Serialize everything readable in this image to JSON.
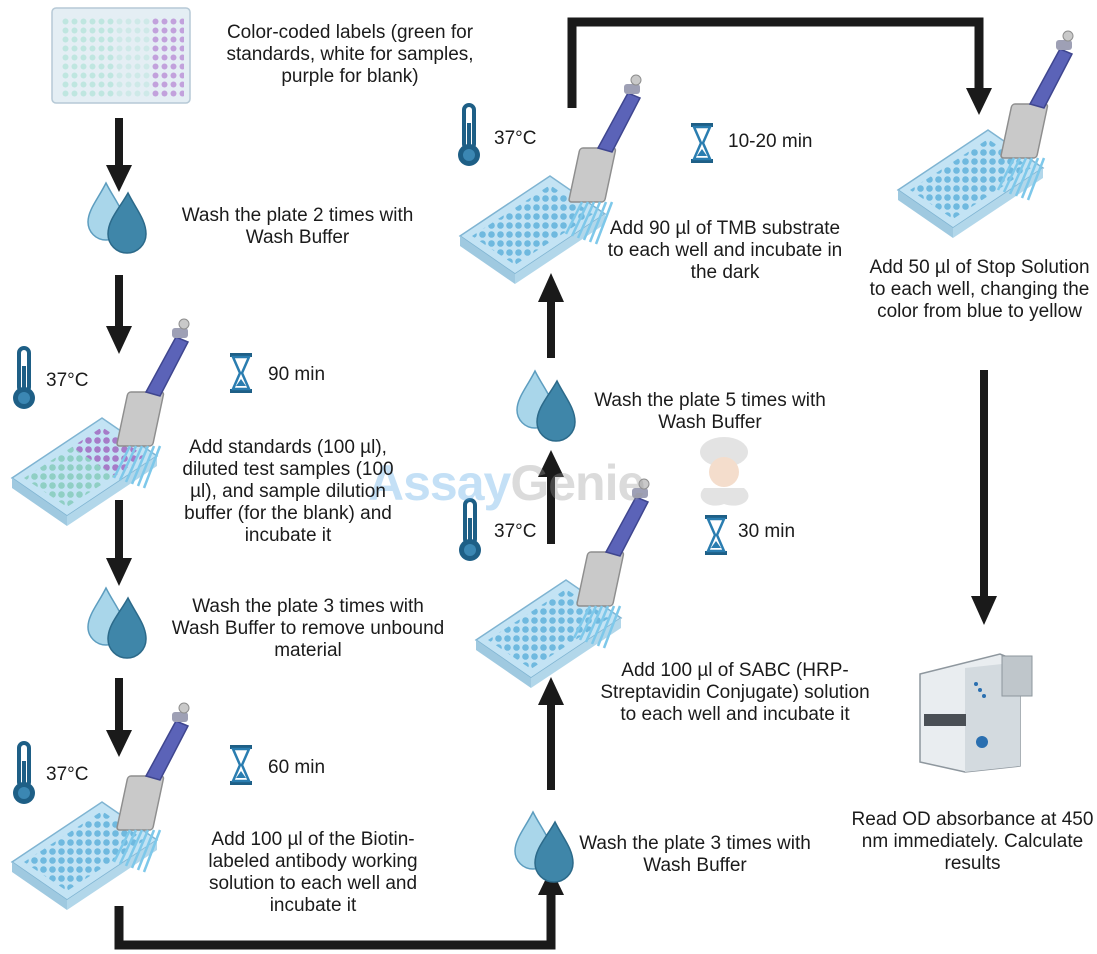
{
  "steps": {
    "labels": "Color-coded labels (green for standards, white for samples, purple for blank)",
    "wash1": "Wash the plate 2 times with Wash Buffer",
    "add_standards": "Add standards (100 µl), diluted test samples (100 µl), and sample dilution buffer (for the blank) and incubate it",
    "wash2": "Wash the plate 3 times with Wash Buffer to remove unbound material",
    "add_biotin": "Add 100 µl of the Biotin-labeled antibody working solution to each well and incubate it",
    "wash3": "Wash the plate 3 times with Wash Buffer",
    "add_sabc": "Add 100 µl of SABC (HRP-Streptavidin Conjugate) solution to each well and incubate it",
    "wash4": "Wash the plate 5 times with Wash Buffer",
    "add_tmb": "Add 90 µl of TMB substrate to each well and incubate in the dark",
    "add_stop": "Add 50 µl of Stop Solution to each well, changing the color from blue to yellow",
    "read": "Read OD absorbance at 450 nm immediately. Calculate results"
  },
  "temperatures": {
    "t1": "37°C",
    "t2": "37°C",
    "t3": "37°C",
    "t4": "37°C"
  },
  "times": {
    "standards": "90 min",
    "biotin": "60 min",
    "sabc": "30 min",
    "tmb": "10-20 min"
  },
  "watermark": {
    "part1": "Assay",
    "part2": "Genie"
  },
  "colors": {
    "arrow": "#1a1a1a",
    "drop_light": "#a9d6ea",
    "drop_dark": "#3f86a9",
    "thermo": "#1e5f86",
    "hourglass": "#2a7db0",
    "plate": "#c3e3f4",
    "well_blue": "#6fb9df",
    "pipette": "#5b63b8",
    "watermark_blue": "#5aa9e6",
    "watermark_grey": "#9a9a9a"
  },
  "icons": [
    "microplate-icon",
    "water-drops-icon",
    "thermometer-icon",
    "hourglass-icon",
    "multichannel-pipette-icon",
    "plate-reader-icon"
  ]
}
